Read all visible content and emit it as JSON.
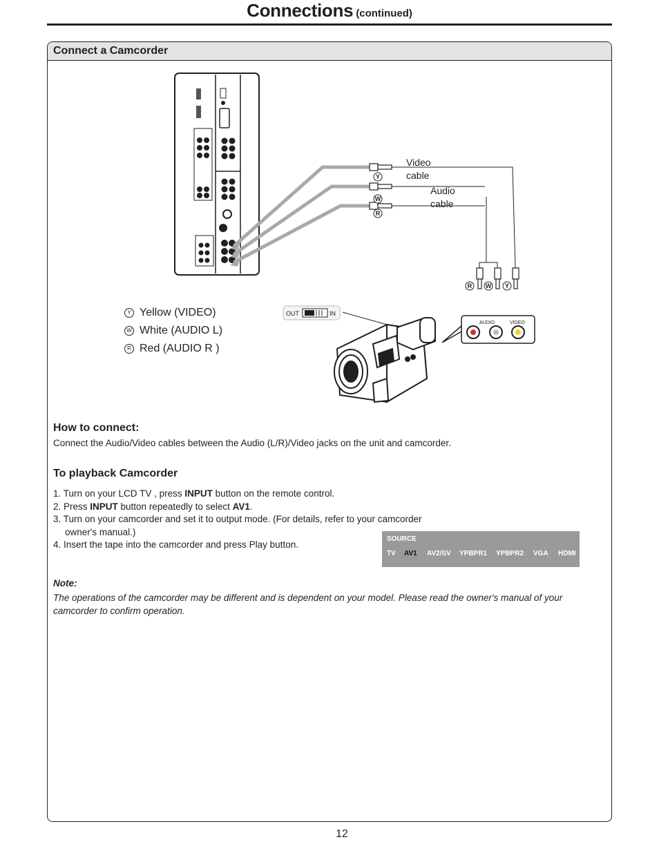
{
  "header": {
    "title": "Connections",
    "subtitle": "(continued)"
  },
  "section": {
    "title": "Connect a Camcorder"
  },
  "diagram": {
    "video_cable_label": "Video\ncable",
    "audio_cable_label": "Audio\ncable",
    "switch_out": "OUT",
    "switch_in": "IN",
    "jack_audio": "AUDIO",
    "jack_video": "VIDEO",
    "plug_markers": [
      "Y",
      "W",
      "R"
    ]
  },
  "legend": [
    {
      "mark": "Y",
      "label": "Yellow (VIDEO)"
    },
    {
      "mark": "W",
      "label": "White (AUDIO L)"
    },
    {
      "mark": "R",
      "label": "Red (AUDIO R )"
    }
  ],
  "how_to_connect": {
    "heading": "How to connect:",
    "text": "Connect the Audio/Video cables between the Audio (L/R)/Video jacks on the unit and camcorder."
  },
  "playback": {
    "heading": "To playback Camcorder",
    "step1_a": "1. Turn on your LCD TV , press ",
    "step1_b": "INPUT",
    "step1_c": " button on the remote control.",
    "step2_a": "2. Press ",
    "step2_b": "INPUT",
    "step2_c": " button repeatedly to select ",
    "step2_d": "AV1",
    "step2_e": ".",
    "step3_a": "3. Turn on your camcorder and set it to output mode. (For details, refer to your camcorder",
    "step3_b": "owner's manual.)",
    "step4": "4. Insert the tape into the camcorder and press Play button."
  },
  "source_menu": {
    "label": "SOURCE",
    "options": [
      "TV",
      "AV1",
      "AV2/SV",
      "YPBPR1",
      "YPBPR2",
      "VGA",
      "HDMI"
    ],
    "selected": "AV1"
  },
  "note": {
    "heading": "Note:",
    "text": "The operations of the camcorder may be different and is dependent on your model. Please read the owner's manual of your camcorder to confirm operation."
  },
  "footer": {
    "page_number": "12"
  }
}
